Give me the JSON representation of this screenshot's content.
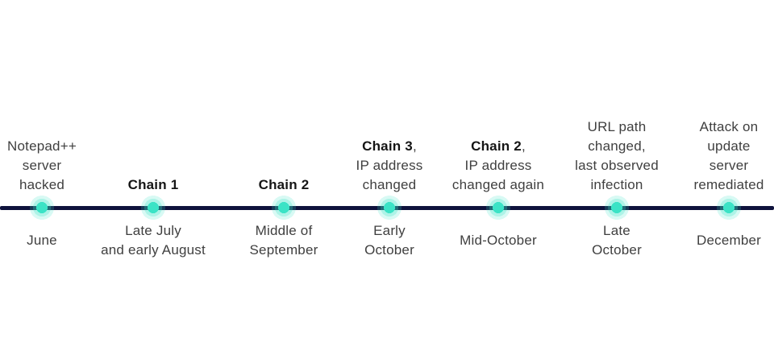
{
  "page": {
    "background": "#ffffff",
    "line_color": "#0e123c",
    "dot_color": "#3be3c6",
    "text_color": "#3f3f3f",
    "bold_text_color": "#151515"
  },
  "timeline": {
    "events": [
      {
        "title_bold": "",
        "title": "Notepad++\nserver\nhacked",
        "date": "June"
      },
      {
        "title_bold": "Chain 1",
        "title": "",
        "date": "Late July\nand early August"
      },
      {
        "title_bold": "Chain 2",
        "title": "",
        "date": "Middle of\nSeptember"
      },
      {
        "title_bold": "Chain 3",
        "title": ",\nIP address\nchanged",
        "date": "Early\nOctober"
      },
      {
        "title_bold": "Chain 2",
        "title": ",\nIP address\nchanged again",
        "date": "Mid-October"
      },
      {
        "title_bold": "",
        "title": "URL path\nchanged,\nlast observed\ninfection",
        "date": "Late\nOctober"
      },
      {
        "title_bold": "",
        "title": "Attack on\nupdate\nserver\nremediated",
        "date": "December"
      }
    ]
  }
}
